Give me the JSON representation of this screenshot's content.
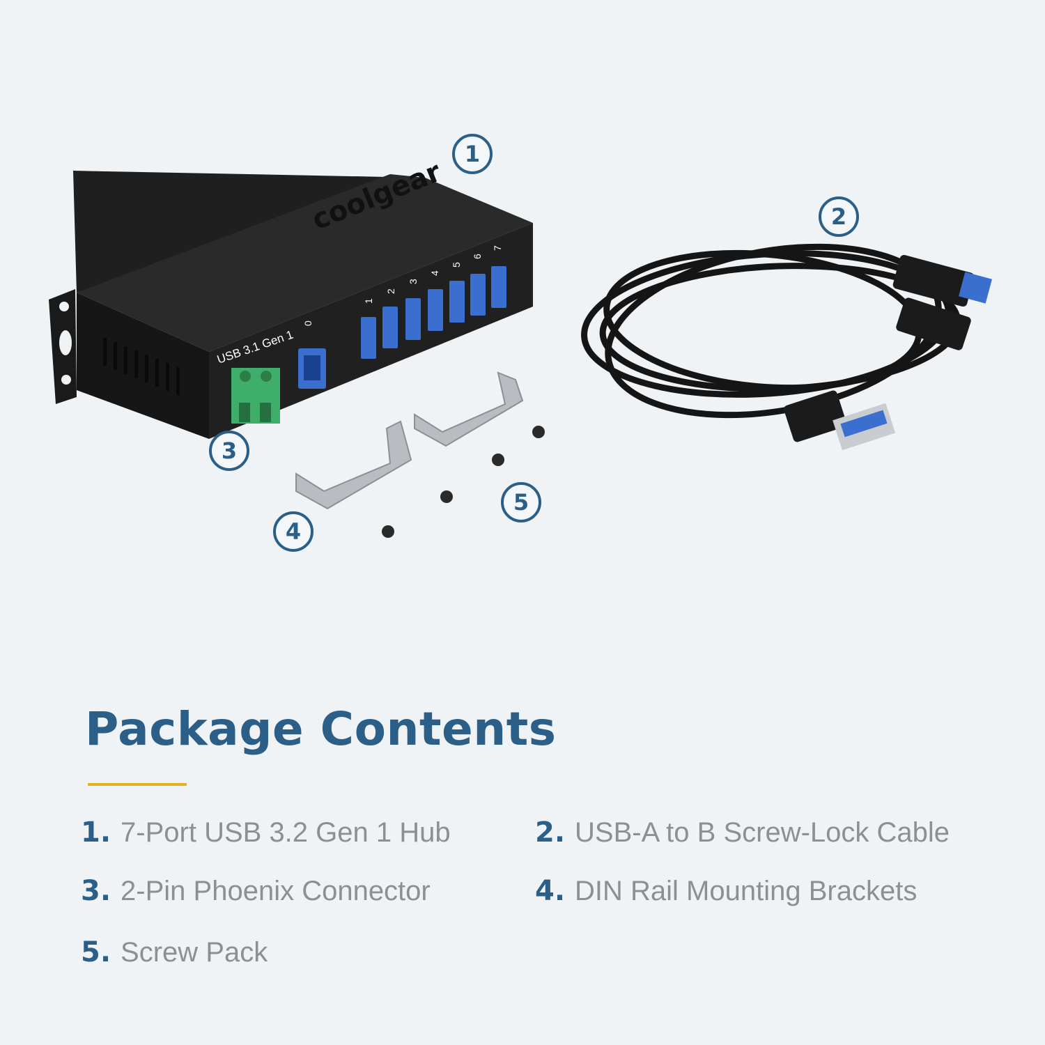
{
  "product": {
    "hub_label": "USB 3.1 Gen 1",
    "upstream_port": "0",
    "downstream_ports": [
      "1",
      "2",
      "3",
      "4",
      "5",
      "6",
      "7"
    ],
    "brand": "coolgear"
  },
  "callouts": [
    "1",
    "2",
    "3",
    "4",
    "5"
  ],
  "heading": "Package Contents",
  "items": [
    {
      "number": "1.",
      "label": "7-Port USB 3.2 Gen 1 Hub"
    },
    {
      "number": "2.",
      "label": "USB-A to B Screw-Lock Cable"
    },
    {
      "number": "3.",
      "label": "2-Pin Phoenix Connector"
    },
    {
      "number": "4.",
      "label": "DIN Rail Mounting Brackets"
    },
    {
      "number": "5.",
      "label": "Screw Pack"
    }
  ],
  "colors": {
    "accent": "#2c5f87",
    "rule": "#e3b31e",
    "background": "#eff3f6",
    "text": "#8f8f8f"
  }
}
